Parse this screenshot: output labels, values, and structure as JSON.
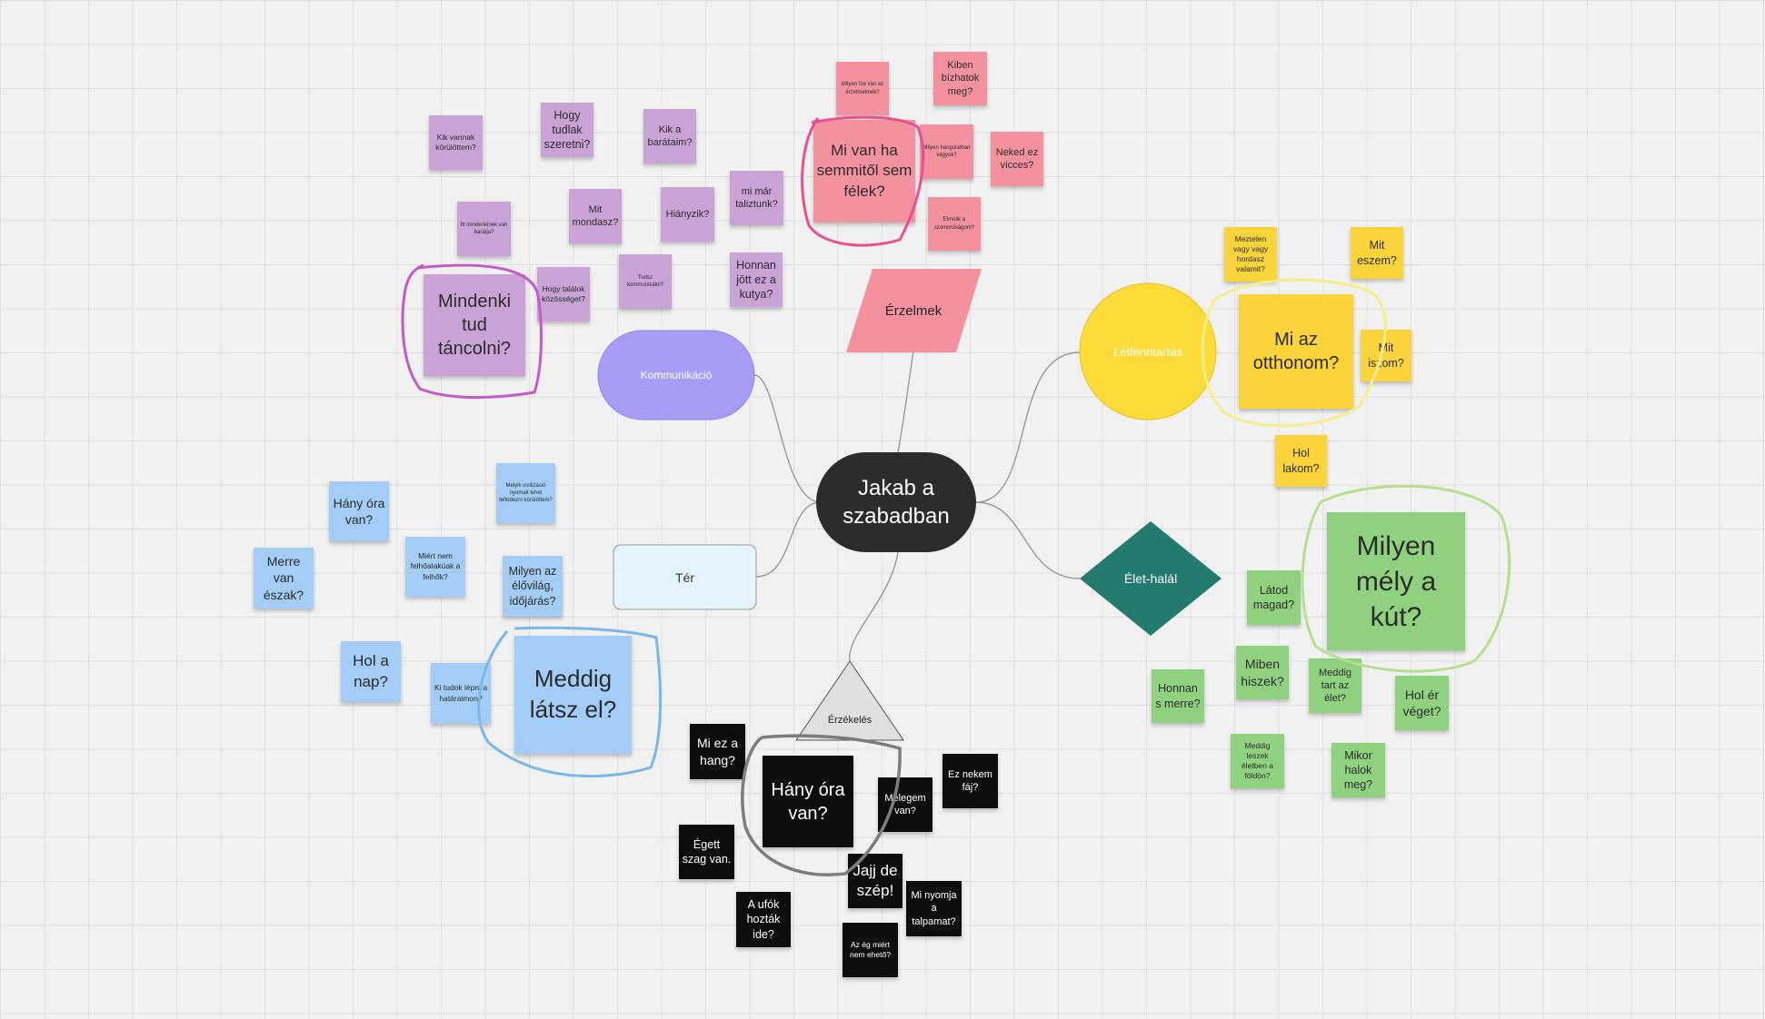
{
  "center": {
    "label": "Jakab a szabadban",
    "color": "#2c2c2e"
  },
  "branches": {
    "kommunikacio": {
      "label": "Kommunikáció",
      "color": "#a79df7"
    },
    "erzelmek": {
      "label": "Érzelmek",
      "color": "#f3919f"
    },
    "letfenntartas": {
      "label": "Létfenntartás",
      "color": "#fddb38"
    },
    "elethalal": {
      "label": "Élet-halál",
      "color": "#227b6d"
    },
    "ter": {
      "label": "Tér",
      "color": "#e3f4fd"
    },
    "erzekeles": {
      "label": "Érzékelés",
      "color": "#e0e0e0"
    }
  },
  "notes": {
    "purple": [
      "Kik vannak körülöttem?",
      "Hogy tudlak szeretni?",
      "Kik a barátaim?",
      "Mit mondasz?",
      "Hiányzik?",
      "mi már taliztunk?",
      "Itt mindenkinek van barátja?",
      "Hogy találok közösséget?",
      "Tudsz kommunikálni?",
      "Honnan jött ez a kutya?",
      "Mindenki tud táncolni?"
    ],
    "pink": [
      "Milyen íze van az érzelmeknek?",
      "Kiben bízhatok meg?",
      "Mi van ha semmitől sem félek?",
      "Milyen hangulatban vagyok?",
      "Neked ez vicces?",
      "Elmúlik a szomorúságom?"
    ],
    "yellow": [
      "Meztelen vagy vagy hordasz valamit?",
      "Mit eszem?",
      "Mi az otthonom?",
      "Mit iszom?",
      "Hol lakom?"
    ],
    "green": [
      "Milyen mély a kút?",
      "Látod magad?",
      "Miben hiszek?",
      "Honnan s merre?",
      "Meddig tart az élet?",
      "Hol ér véget?",
      "Meddig leszek életben a földön?",
      "Mikor halok meg?"
    ],
    "blue": [
      "Melyik civilizáció nyomait lehet felfedezni körülöttem?",
      "Hány óra van?",
      "Miért nem felhőalakúak a felhők?",
      "Merre van észak?",
      "Milyen az élővilág, időjárás?",
      "Hol a nap?",
      "Ki tudok lépni a határaimon?",
      "Meddig látsz el?"
    ],
    "black": [
      "Mi ez a hang?",
      "Hány óra van?",
      "Melegem van?",
      "Ez nekem fáj?",
      "Égett szag van.",
      "Jajj de szép!",
      "A ufók hozták ide?",
      "Mi nyomja a talpamat?",
      "Az ég miért nem ehető?"
    ]
  },
  "colors": {
    "purple_note": "#c9a2d6",
    "pink_note": "#f3919f",
    "yellow_note": "#fbd43c",
    "blue_note": "#a3cdf6",
    "green_note": "#8fd17e",
    "black_note": "#0d0d0d",
    "purple_ring": "#c35bc8",
    "pink_ring": "#e8508f",
    "yellow_ring": "#f4ef8a",
    "green_ring": "#b6df8f",
    "blue_ring": "#7ab8ea",
    "gray_ring": "#7d7d7d",
    "connector": "#9a9a9a"
  }
}
